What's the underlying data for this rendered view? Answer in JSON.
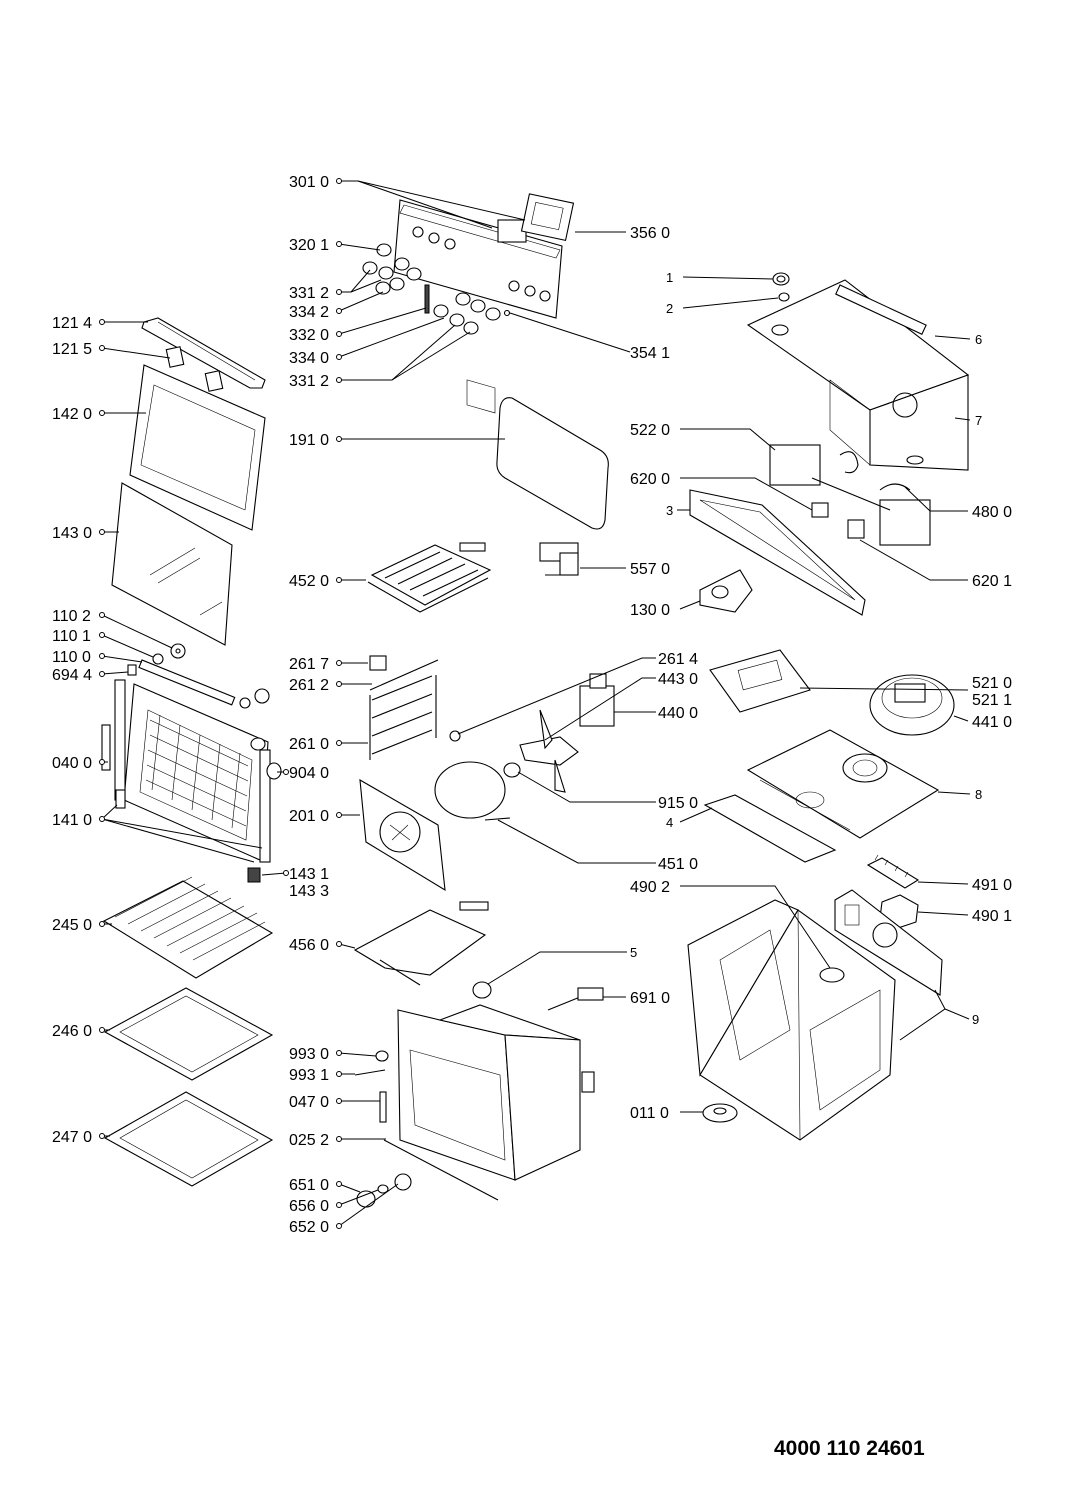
{
  "labels": {
    "l301_0": "301 0",
    "l320_1": "320 1",
    "l331_2a": "331 2",
    "l334_2": "334 2",
    "l332_0": "332 0",
    "l334_0": "334 0",
    "l331_2b": "331 2",
    "l356_0": "356 0",
    "l354_1": "354 1",
    "l121_4": "121 4",
    "l121_5": "121 5",
    "l142_0": "142 0",
    "l143_0": "143 0",
    "l110_2": "110 2",
    "l110_1": "110 1",
    "l110_0": "110 0",
    "l694_4": "694 4",
    "l040_0": "040 0",
    "l141_0": "141 0",
    "l904_0": "904 0",
    "l143_1": "143 1",
    "l143_3": "143 3",
    "l245_0": "245 0",
    "l246_0": "246 0",
    "l247_0": "247 0",
    "l191_0": "191 0",
    "l452_0": "452 0",
    "l557_0": "557 0",
    "l261_7": "261 7",
    "l261_2": "261 2",
    "l261_0": "261 0",
    "l261_4": "261 4",
    "l443_0": "443 0",
    "l440_0": "440 0",
    "l201_0": "201 0",
    "l915_0": "915 0",
    "l451_0": "451 0",
    "l456_0": "456 0",
    "l5": "5",
    "l691_0": "691 0",
    "l993_0": "993 0",
    "l993_1": "993 1",
    "l047_0": "047 0",
    "l025_2": "025 2",
    "l651_0": "651 0",
    "l656_0": "656 0",
    "l652_0": "652 0",
    "l1": "1",
    "l2": "2",
    "l6": "6",
    "l7": "7",
    "l522_0": "522 0",
    "l620_0": "620 0",
    "l3": "3",
    "l480_0": "480 0",
    "l620_1": "620 1",
    "l130_0": "130 0",
    "l521_0": "521 0",
    "l521_1": "521 1",
    "l441_0": "441 0",
    "l8": "8",
    "l4": "4",
    "l491_0": "491 0",
    "l490_2": "490 2",
    "l490_1": "490 1",
    "l9": "9",
    "l011_0": "011 0"
  },
  "document_number": "4000 110 24601"
}
